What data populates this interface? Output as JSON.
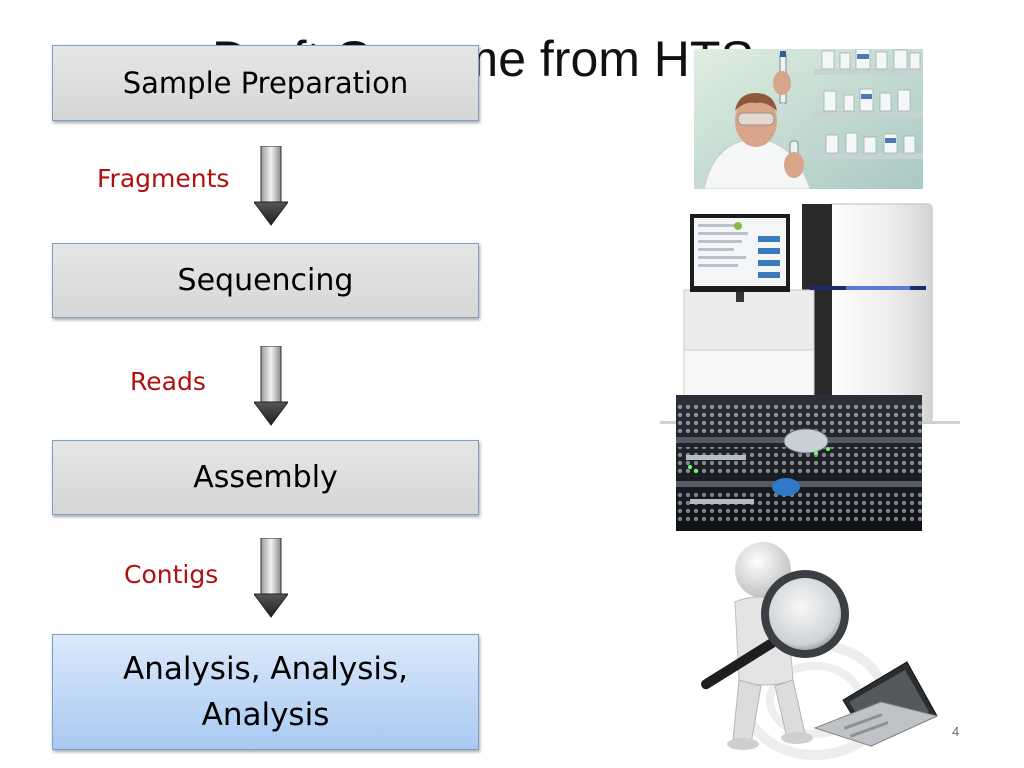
{
  "title": "Draft Genome from HTS",
  "steps": [
    {
      "label": "Sample Preparation"
    },
    {
      "label": "Sequencing"
    },
    {
      "label": "Assembly"
    },
    {
      "label_line1": "Analysis, Analysis,",
      "label_line2": "Analysis"
    }
  ],
  "transitions": [
    {
      "label": "Fragments"
    },
    {
      "label": "Reads"
    },
    {
      "label": "Contigs"
    }
  ],
  "slide_number": "4",
  "colors": {
    "transition_text": "#b01010",
    "step_border": "#7f9fc6",
    "final_step_fill": "#a9c9f1"
  }
}
